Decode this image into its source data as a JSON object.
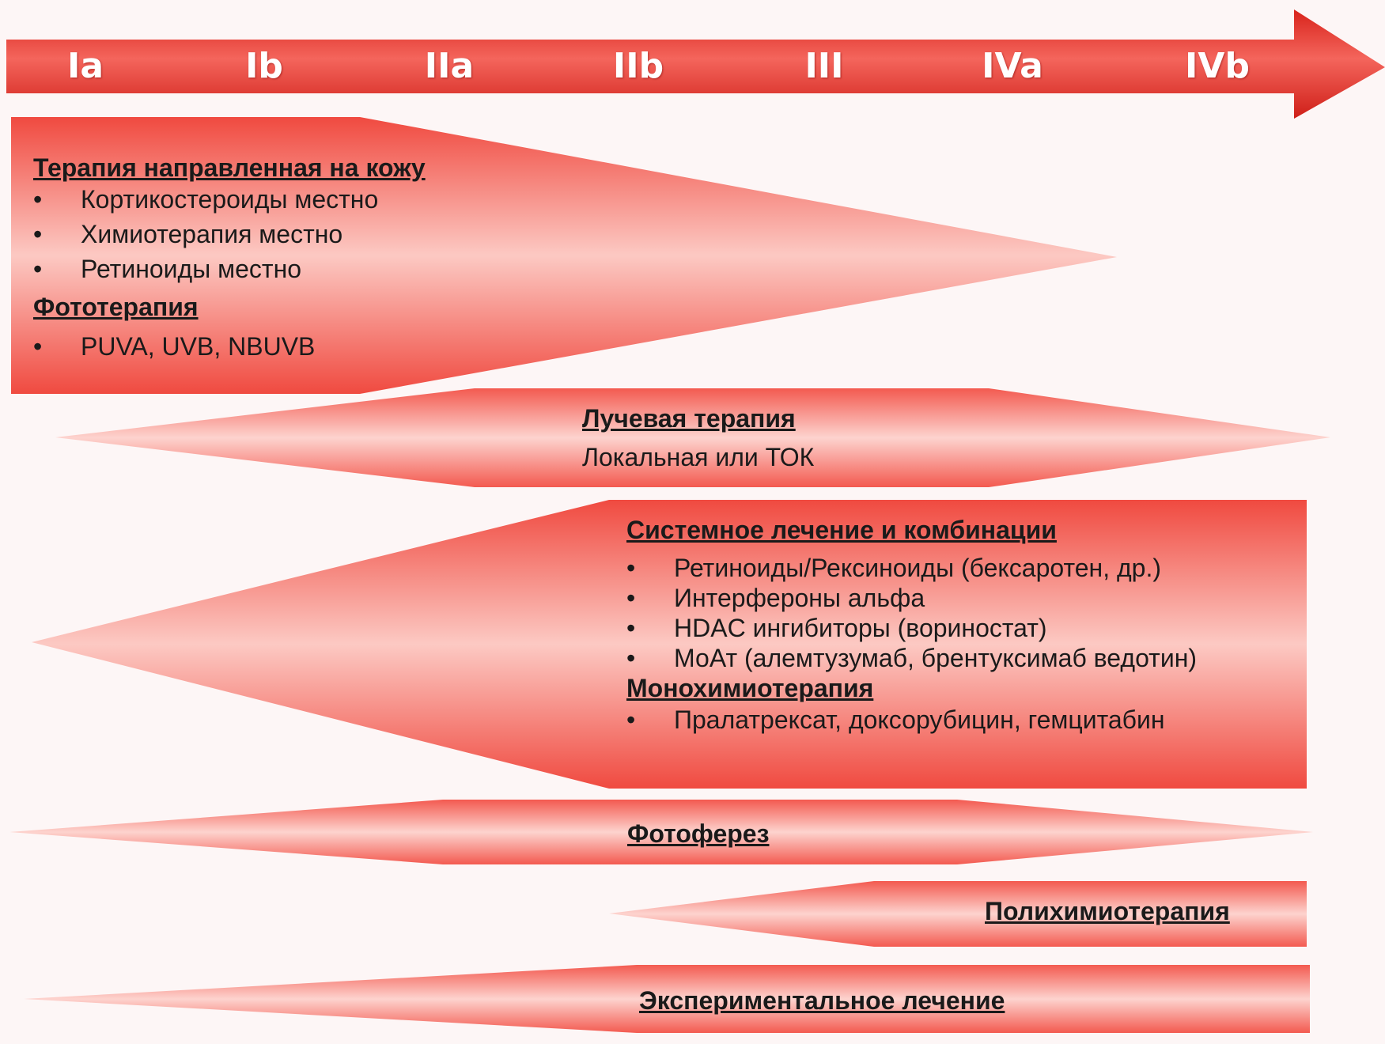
{
  "stages": [
    "Ia",
    "Ib",
    "IIa",
    "IIb",
    "III",
    "IVa",
    "IVb"
  ],
  "colors": {
    "arrow": "#e0281f",
    "band_dark": "#f04a40",
    "band_light": "#fcc9c3"
  },
  "bands": [
    {
      "groups": [
        {
          "heading": "Терапия направленная на кожу",
          "items": [
            "Кортикостероиды  местно",
            "Химиотерапия местно",
            "Ретиноиды местно"
          ]
        },
        {
          "heading": "Фототерапия",
          "items": [
            "PUVA, UVB, NBUVB"
          ]
        }
      ]
    },
    {
      "heading": "Лучевая терапия",
      "subtitle": "Локальная или ТОК"
    },
    {
      "groups": [
        {
          "heading": "Системное лечение и комбинации",
          "items": [
            "Ретиноиды/Рексиноиды (бексаротен, др.)",
            "Интерфероны  альфа",
            "HDAC ингибиторы (вориностат)",
            "МоАт (алемтузумаб, брентуксимаб  ведотин)"
          ]
        },
        {
          "heading": "Монохимиотерапия",
          "items": [
            "Пралатрексат, доксорубицин, гемцитабин"
          ]
        }
      ]
    },
    {
      "heading": "Фотоферез"
    },
    {
      "heading": "Полихимиотерапия"
    },
    {
      "heading": "Экспериментальное лечение"
    }
  ],
  "bullet_symbol": "•"
}
